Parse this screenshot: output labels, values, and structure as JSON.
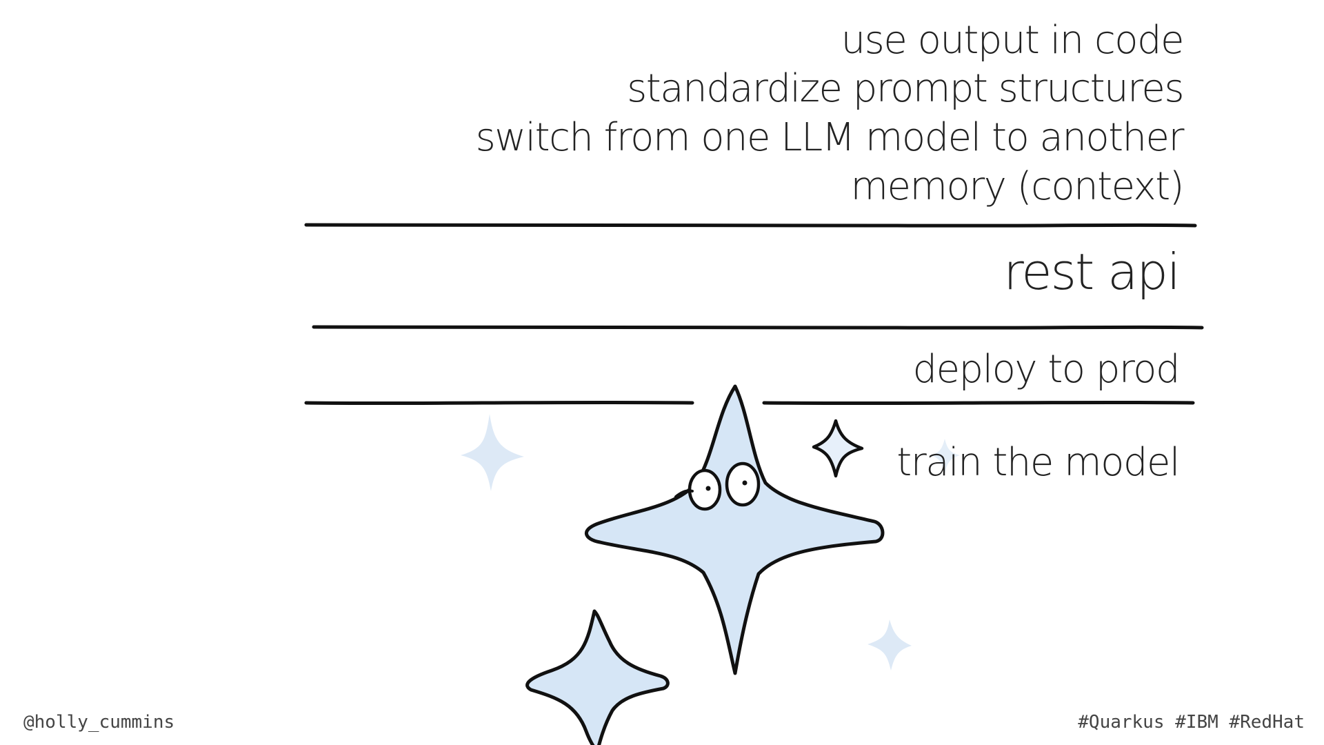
{
  "slide": {
    "stack_layers": [
      "use output in code",
      "standardize prompt structures",
      "switch from one LLM model to another",
      "memory (context)"
    ],
    "api_layer": "rest api",
    "deploy_layer": "deploy to prod",
    "training_layer": "train the model"
  },
  "footer": {
    "handle": "@holly_cummins",
    "hashtags": "#Quarkus #IBM #RedHat"
  },
  "illustration": {
    "subject": "sparkle-stars",
    "fill_color": "#d6e6f6",
    "stroke_color": "#111111"
  }
}
